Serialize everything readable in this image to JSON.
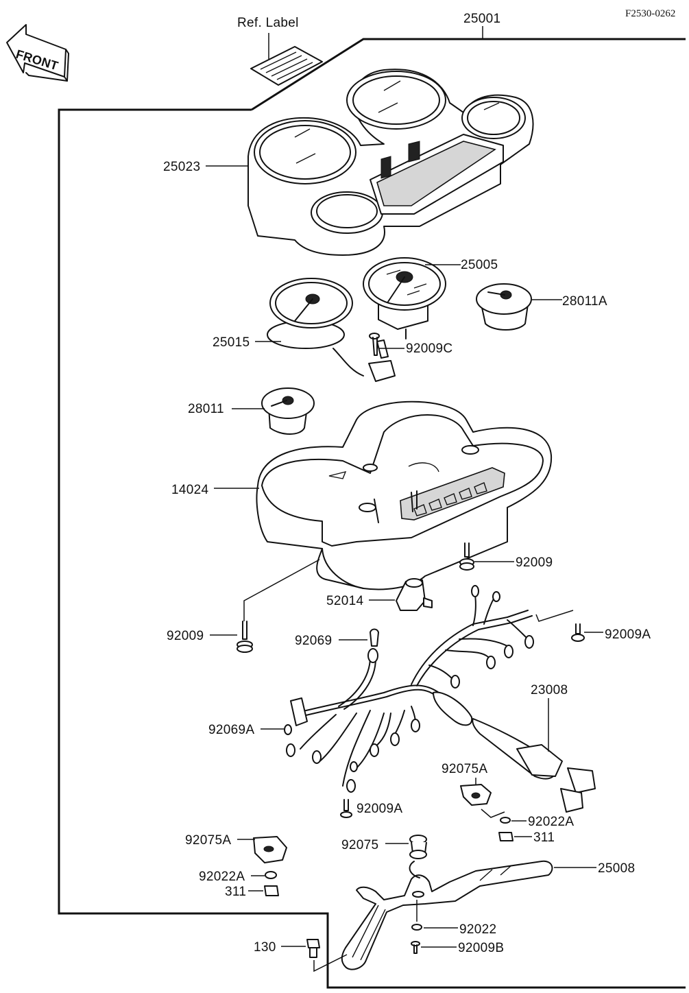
{
  "figure_code": "F2530-0262",
  "front_marker": "FRONT",
  "ref_label": "Ref. Label",
  "parts": {
    "p25001": "25001",
    "p25023": "25023",
    "p25005": "25005",
    "p28011A": "28011A",
    "p25015": "25015",
    "p92009C": "92009C",
    "p28011": "28011",
    "p14024": "14024",
    "p92009_upper": "92009",
    "p52014": "52014",
    "p92009_left": "92009",
    "p92069": "92069",
    "p92009A_right": "92009A",
    "p23008": "23008",
    "p92069A": "92069A",
    "p92009A_lower": "92009A",
    "p92075A_right": "92075A",
    "p92022A_right": "92022A",
    "p311_right": "311",
    "p92075A_left": "92075A",
    "p92022A_left": "92022A",
    "p311_left": "311",
    "p92075": "92075",
    "p25008": "25008",
    "p92022": "92022",
    "p130": "130",
    "p92009B": "92009B"
  }
}
